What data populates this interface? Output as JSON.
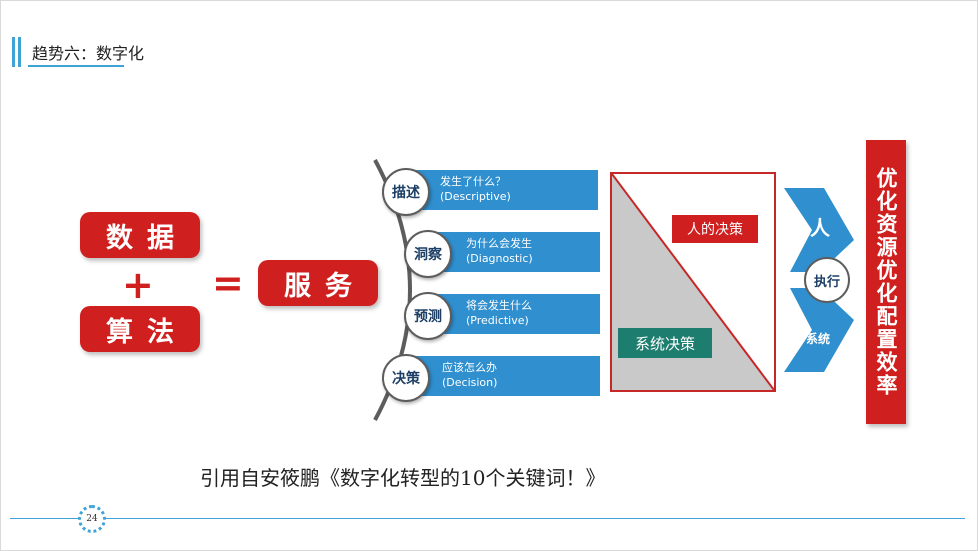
{
  "header": {
    "title": "趋势六：数字化"
  },
  "left": {
    "data_label": "数据",
    "plus": "+",
    "algorithm_label": "算法",
    "equals": "=",
    "service_label": "服务"
  },
  "stages": [
    {
      "name": "描述",
      "question": "发生了什么？",
      "english": "(Descriptive)"
    },
    {
      "name": "洞察",
      "question": "为什么会发生",
      "english": "(Diagnostic)"
    },
    {
      "name": "预测",
      "question": "将会发生什么",
      "english": "(Predictive)"
    },
    {
      "name": "决策",
      "question": "应该怎么办",
      "english": "(Decision)"
    }
  ],
  "decision": {
    "human": "人的决策",
    "system": "系统决策"
  },
  "execution": {
    "top": "人",
    "middle": "执行",
    "bottom": "系统"
  },
  "result": "优化资源优化配置效率",
  "citation": "引用自安筱鹏《数字化转型的10个关键词！》",
  "footer": {
    "page": "24"
  },
  "colors": {
    "accent_red": "#d01f1f",
    "band_blue": "#2f8fcf",
    "teal": "#1d7d6e",
    "title_blue": "#3fa3d6"
  }
}
